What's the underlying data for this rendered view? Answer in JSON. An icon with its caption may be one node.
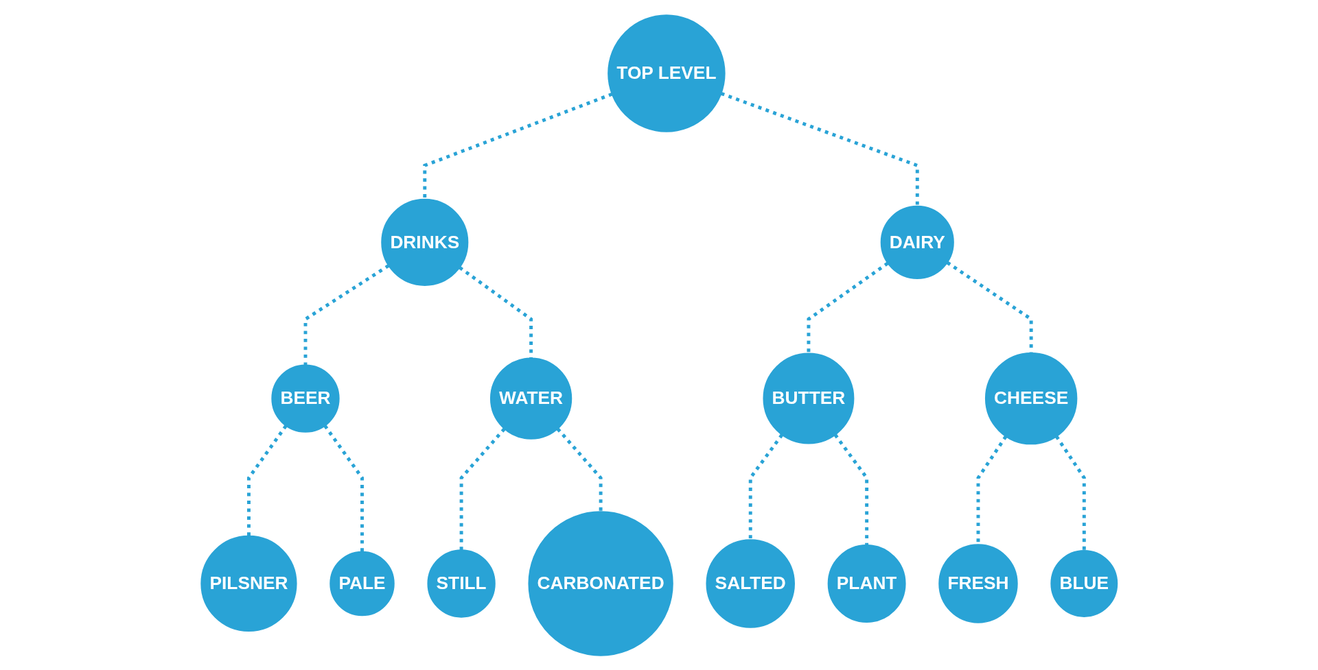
{
  "diagram": {
    "nodes": [
      {
        "text": [
          "TOP LEVEL"
        ]
      },
      {
        "text": [
          "DRINKS"
        ]
      },
      {
        "text": [
          "DAIRY"
        ]
      },
      {
        "text": [
          "BEER"
        ]
      },
      {
        "text": [
          "WATER"
        ]
      },
      {
        "text": [
          "BUTTER"
        ]
      },
      {
        "text": [
          "CHEESE"
        ]
      },
      {
        "text": [
          "PILSNER"
        ]
      },
      {
        "text": [
          "PALE"
        ]
      },
      {
        "text": [
          "STILL"
        ]
      },
      {
        "text": [
          "CARBONATED"
        ]
      },
      {
        "text": [
          "SALTED"
        ]
      },
      {
        "text": [
          "PLANT"
        ]
      },
      {
        "text": [
          "FRESH"
        ]
      },
      {
        "text": [
          "BLUE"
        ]
      }
    ],
    "edges": [
      {
        "from": 0,
        "to": 1,
        "arrow": "none",
        "style": "dashed"
      },
      {
        "from": 0,
        "to": 2,
        "arrow": "none",
        "style": "dashed"
      },
      {
        "from": 1,
        "to": 3,
        "arrow": "none",
        "style": "dashed"
      },
      {
        "from": 1,
        "to": 4,
        "arrow": "none",
        "style": "dashed"
      },
      {
        "from": 2,
        "to": 5,
        "arrow": "none",
        "style": "dashed"
      },
      {
        "from": 2,
        "to": 6,
        "arrow": "none",
        "style": "dashed"
      },
      {
        "from": 3,
        "to": 7,
        "arrow": "none",
        "style": "dashed"
      },
      {
        "from": 3,
        "to": 8,
        "arrow": "none",
        "style": "dashed"
      },
      {
        "from": 4,
        "to": 9,
        "arrow": "none",
        "style": "dashed"
      },
      {
        "from": 4,
        "to": 10,
        "arrow": "none",
        "style": "dashed"
      },
      {
        "from": 5,
        "to": 11,
        "arrow": "none",
        "style": "dashed"
      },
      {
        "from": 5,
        "to": 12,
        "arrow": "none",
        "style": "dashed"
      },
      {
        "from": 6,
        "to": 13,
        "arrow": "none",
        "style": "dashed"
      },
      {
        "from": 6,
        "to": 14,
        "arrow": "none",
        "style": "dashed"
      }
    ]
  }
}
